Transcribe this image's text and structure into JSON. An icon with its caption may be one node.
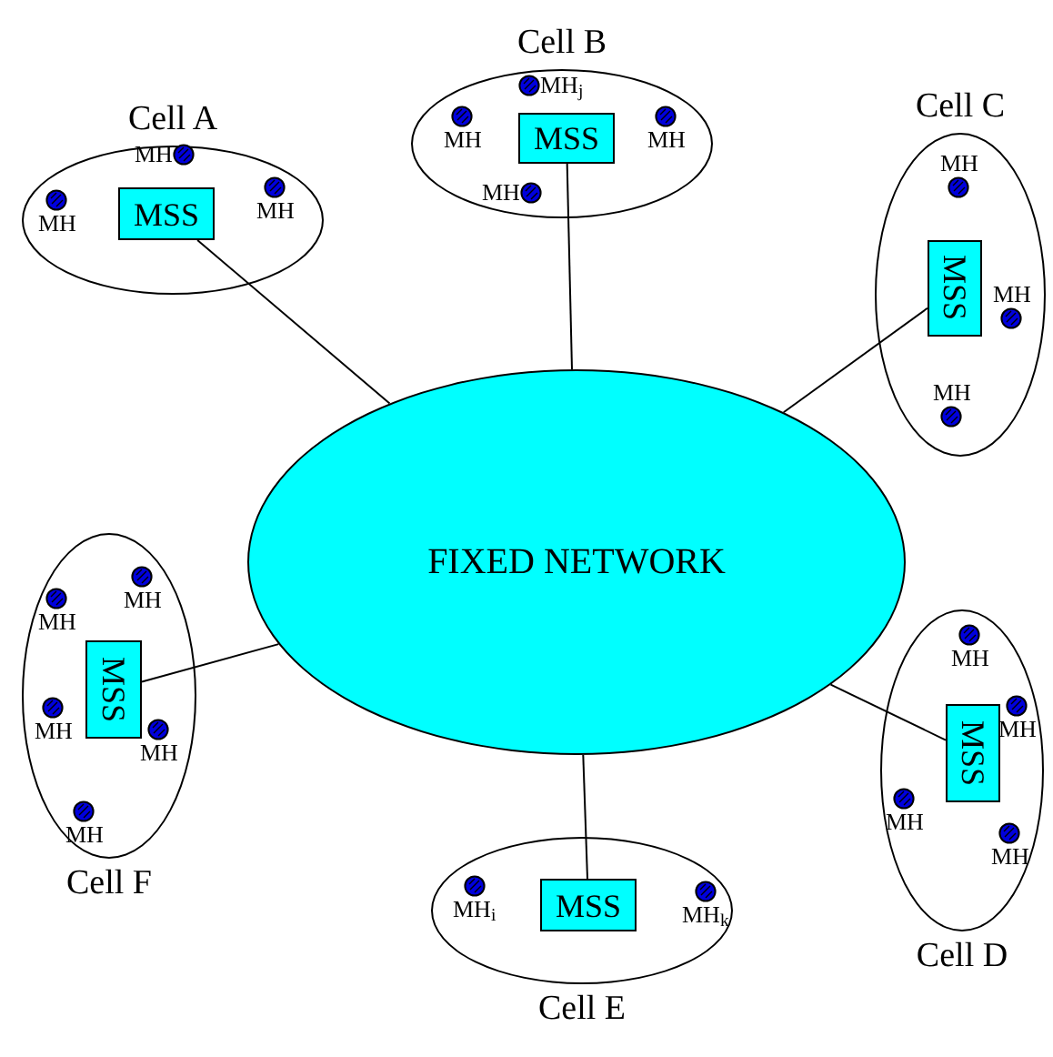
{
  "diagram": {
    "nodes": [
      {
        "text": [
          "Cell A"
        ]
      },
      {
        "text": [
          "MSS"
        ],
        "in": 0
      },
      {
        "text": [
          "MH"
        ],
        "in": 0
      },
      {
        "text": [
          "MH"
        ],
        "in": 0
      },
      {
        "text": [
          "MH"
        ],
        "in": 0
      },
      {
        "text": [
          "Cell B"
        ]
      },
      {
        "text": [
          "MSS"
        ],
        "in": 5
      },
      {
        "text": [
          "MH"
        ],
        "in": 5
      },
      {
        "text": [
          "MH$_{j}$"
        ],
        "in": 5
      },
      {
        "text": [
          "MH"
        ],
        "in": 5
      },
      {
        "text": [
          "MH"
        ],
        "in": 5
      },
      {
        "text": [
          "Cell C"
        ]
      },
      {
        "text": [
          "MSS"
        ],
        "in": 11
      },
      {
        "text": [
          "MH"
        ],
        "in": 11
      },
      {
        "text": [
          "MH"
        ],
        "in": 11
      },
      {
        "text": [
          "MH"
        ],
        "in": 11
      },
      {
        "text": [
          "FIXED NETWORK"
        ]
      },
      {
        "text": [
          "Cell F"
        ]
      },
      {
        "text": [
          "MSS"
        ],
        "in": 17
      },
      {
        "text": [
          "MH"
        ],
        "in": 17
      },
      {
        "text": [
          "MH"
        ],
        "in": 17
      },
      {
        "text": [
          "MH"
        ],
        "in": 17
      },
      {
        "text": [
          "MH"
        ],
        "in": 17
      },
      {
        "text": [
          "MH"
        ],
        "in": 17
      },
      {
        "text": [
          "Cell E"
        ]
      },
      {
        "text": [
          "MSS"
        ],
        "in": 24
      },
      {
        "text": [
          "MH$_{i}$"
        ],
        "in": 24
      },
      {
        "text": [
          "MH$_{k}$"
        ],
        "in": 24
      },
      {
        "text": [
          "Cell D"
        ]
      },
      {
        "text": [
          "MSS"
        ],
        "in": 28
      },
      {
        "text": [
          "MH"
        ],
        "in": 28
      },
      {
        "text": [
          "MH"
        ],
        "in": 28
      },
      {
        "text": [
          "MH"
        ],
        "in": 28
      },
      {
        "text": [
          "MH"
        ],
        "in": 28
      }
    ],
    "edges": [
      {
        "from": 1,
        "to": 16,
        "arrow": "none"
      },
      {
        "from": 6,
        "to": 16,
        "arrow": "none"
      },
      {
        "from": 12,
        "to": 16,
        "arrow": "none"
      },
      {
        "from": 18,
        "to": 16,
        "arrow": "none"
      },
      {
        "from": 25,
        "to": 16,
        "arrow": "none"
      },
      {
        "from": 29,
        "to": 16,
        "arrow": "none"
      }
    ]
  }
}
